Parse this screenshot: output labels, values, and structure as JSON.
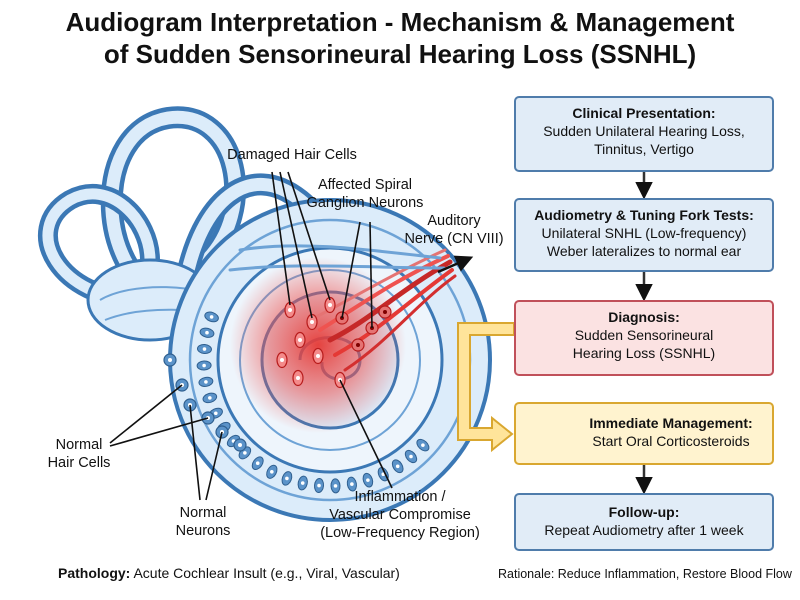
{
  "title": {
    "line1": "Audiogram Interpretation - Mechanism & Management",
    "line2": "of Sudden Sensorineural Hearing Loss (SSNHL)"
  },
  "labels": {
    "damaged_hair_cells": "Damaged Hair Cells",
    "spiral_line1": "Affected Spiral",
    "spiral_line2": "Ganglion Neurons",
    "nerve_line1": "Auditory",
    "nerve_line2": "Nerve (CN VIII)",
    "normal_hair_line1": "Normal",
    "normal_hair_line2": "Hair Cells",
    "normal_neurons_line1": "Normal",
    "normal_neurons_line2": "Neurons",
    "inflam_line1": "Inflammation /",
    "inflam_line2": "Vascular Compromise",
    "inflam_line3": "(Low-Frequency Region)"
  },
  "flow": {
    "clinical": {
      "heading": "Clinical Presentation:",
      "line1": "Sudden Unilateral Hearing Loss,",
      "line2": "Tinnitus, Vertigo"
    },
    "audiometry": {
      "heading": "Audiometry & Tuning Fork Tests:",
      "line1": "Unilateral SNHL (Low-frequency)",
      "line2": "Weber lateralizes to normal ear"
    },
    "diagnosis": {
      "heading": "Diagnosis:",
      "line1": "Sudden Sensorineural",
      "line2": "Hearing Loss (SSNHL)"
    },
    "management": {
      "heading": "Immediate Management:",
      "line1": "Start Oral Corticosteroids"
    },
    "followup": {
      "heading": "Follow-up:",
      "line1": "Repeat Audiometry after 1 week"
    }
  },
  "bottom": {
    "pathology_label": "Pathology:",
    "pathology_text": "Acute Cochlear Insult (e.g., Viral, Vascular)",
    "rationale": "Rationale: Reduce Inflammation, Restore Blood Flow"
  },
  "colors": {
    "blue_box": "#e1ecf7",
    "blue_border": "#4f7cab",
    "red_box": "#fbe2e2",
    "red_border": "#c0505a",
    "yellow_box": "#fff3cf",
    "yellow_border": "#d9a730",
    "inflammation": "#e53935"
  }
}
